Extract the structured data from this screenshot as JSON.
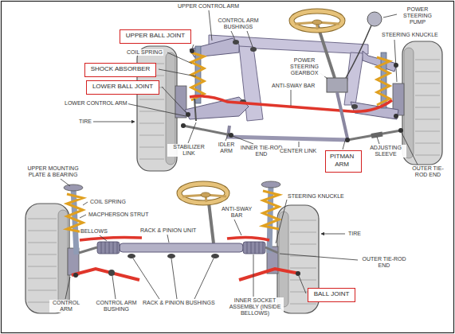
{
  "diagram": {
    "nodes": [
      {
        "text": [
          "UPPER BALL JOINT"
        ]
      },
      {
        "text": [
          "SHOCK ABSORBER"
        ]
      },
      {
        "text": [
          "LOWER BALL JOINT"
        ]
      },
      {
        "text": [
          "PITMAN ARM"
        ]
      },
      {
        "text": [
          "BALL JOINT"
        ]
      }
    ],
    "labels": [
      "UPPER CONTROL ARM",
      "POWER STEERING PUMP",
      "CONTROL ARM BUSHINGS",
      "STEERING KNUCKLE",
      "POWER STEERING GEARBOX",
      "COIL SPRING",
      "ANTI-SWAY BAR",
      "LOWER CONTROL ARM",
      "TIRE",
      "STABILIZER LINK",
      "IDLER ARM",
      "INNER TIE-ROD END",
      "CENTER LINK",
      "ADJUSTING SLEEVE",
      "OUTER TIE-ROD END",
      "UPPER MOUNTING PLATE & BEARING",
      "STEERING KNUCKLE",
      "COIL SPRING",
      "ANTI-SWAY BAR",
      "MACPHERSON STRUT",
      "BELLOWS",
      "RACK & PINION UNIT",
      "TIRE",
      "OUTER TIE-ROD END",
      "CONTROL ARM",
      "CONTROL ARM BUSHING",
      "RACK & PINION BUSHINGS",
      "INNER SOCKET ASSEMBLY (INSIDE BELLOWS)"
    ]
  }
}
